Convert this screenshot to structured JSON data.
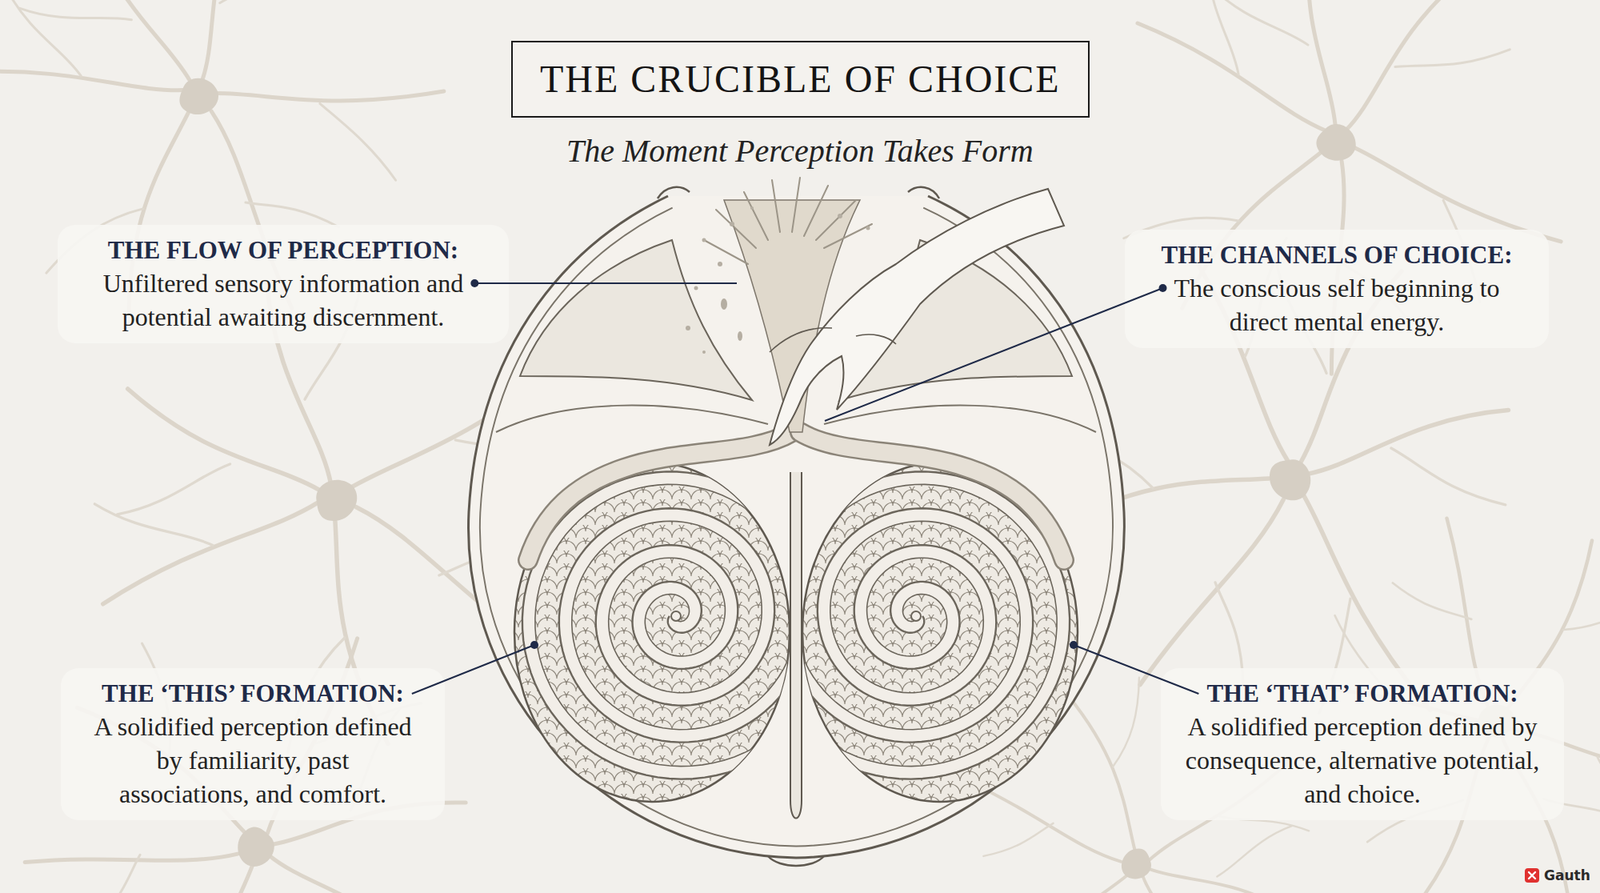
{
  "diagram": {
    "title": "THE CRUCIBLE OF CHOICE",
    "caption": "The Moment Perception Takes Form",
    "nodes": [
      {
        "text": [
          "THE FLOW OF PERCEPTION:",
          "Unfiltered sensory information and potential awaiting discernment."
        ]
      },
      {
        "text": [
          "THE CHANNELS OF CHOICE:",
          "The conscious self beginning to direct mental energy."
        ]
      },
      {
        "text": [
          "THE ‘THIS’ FORMATION:",
          "A solidified perception defined by familiarity, past associations, and comfort."
        ]
      },
      {
        "text": [
          "THE ‘THAT’ FORMATION:",
          "A solidified perception defined by consequence, alternative potential, and choice."
        ]
      }
    ],
    "labels": [
      "Gauth"
    ]
  }
}
